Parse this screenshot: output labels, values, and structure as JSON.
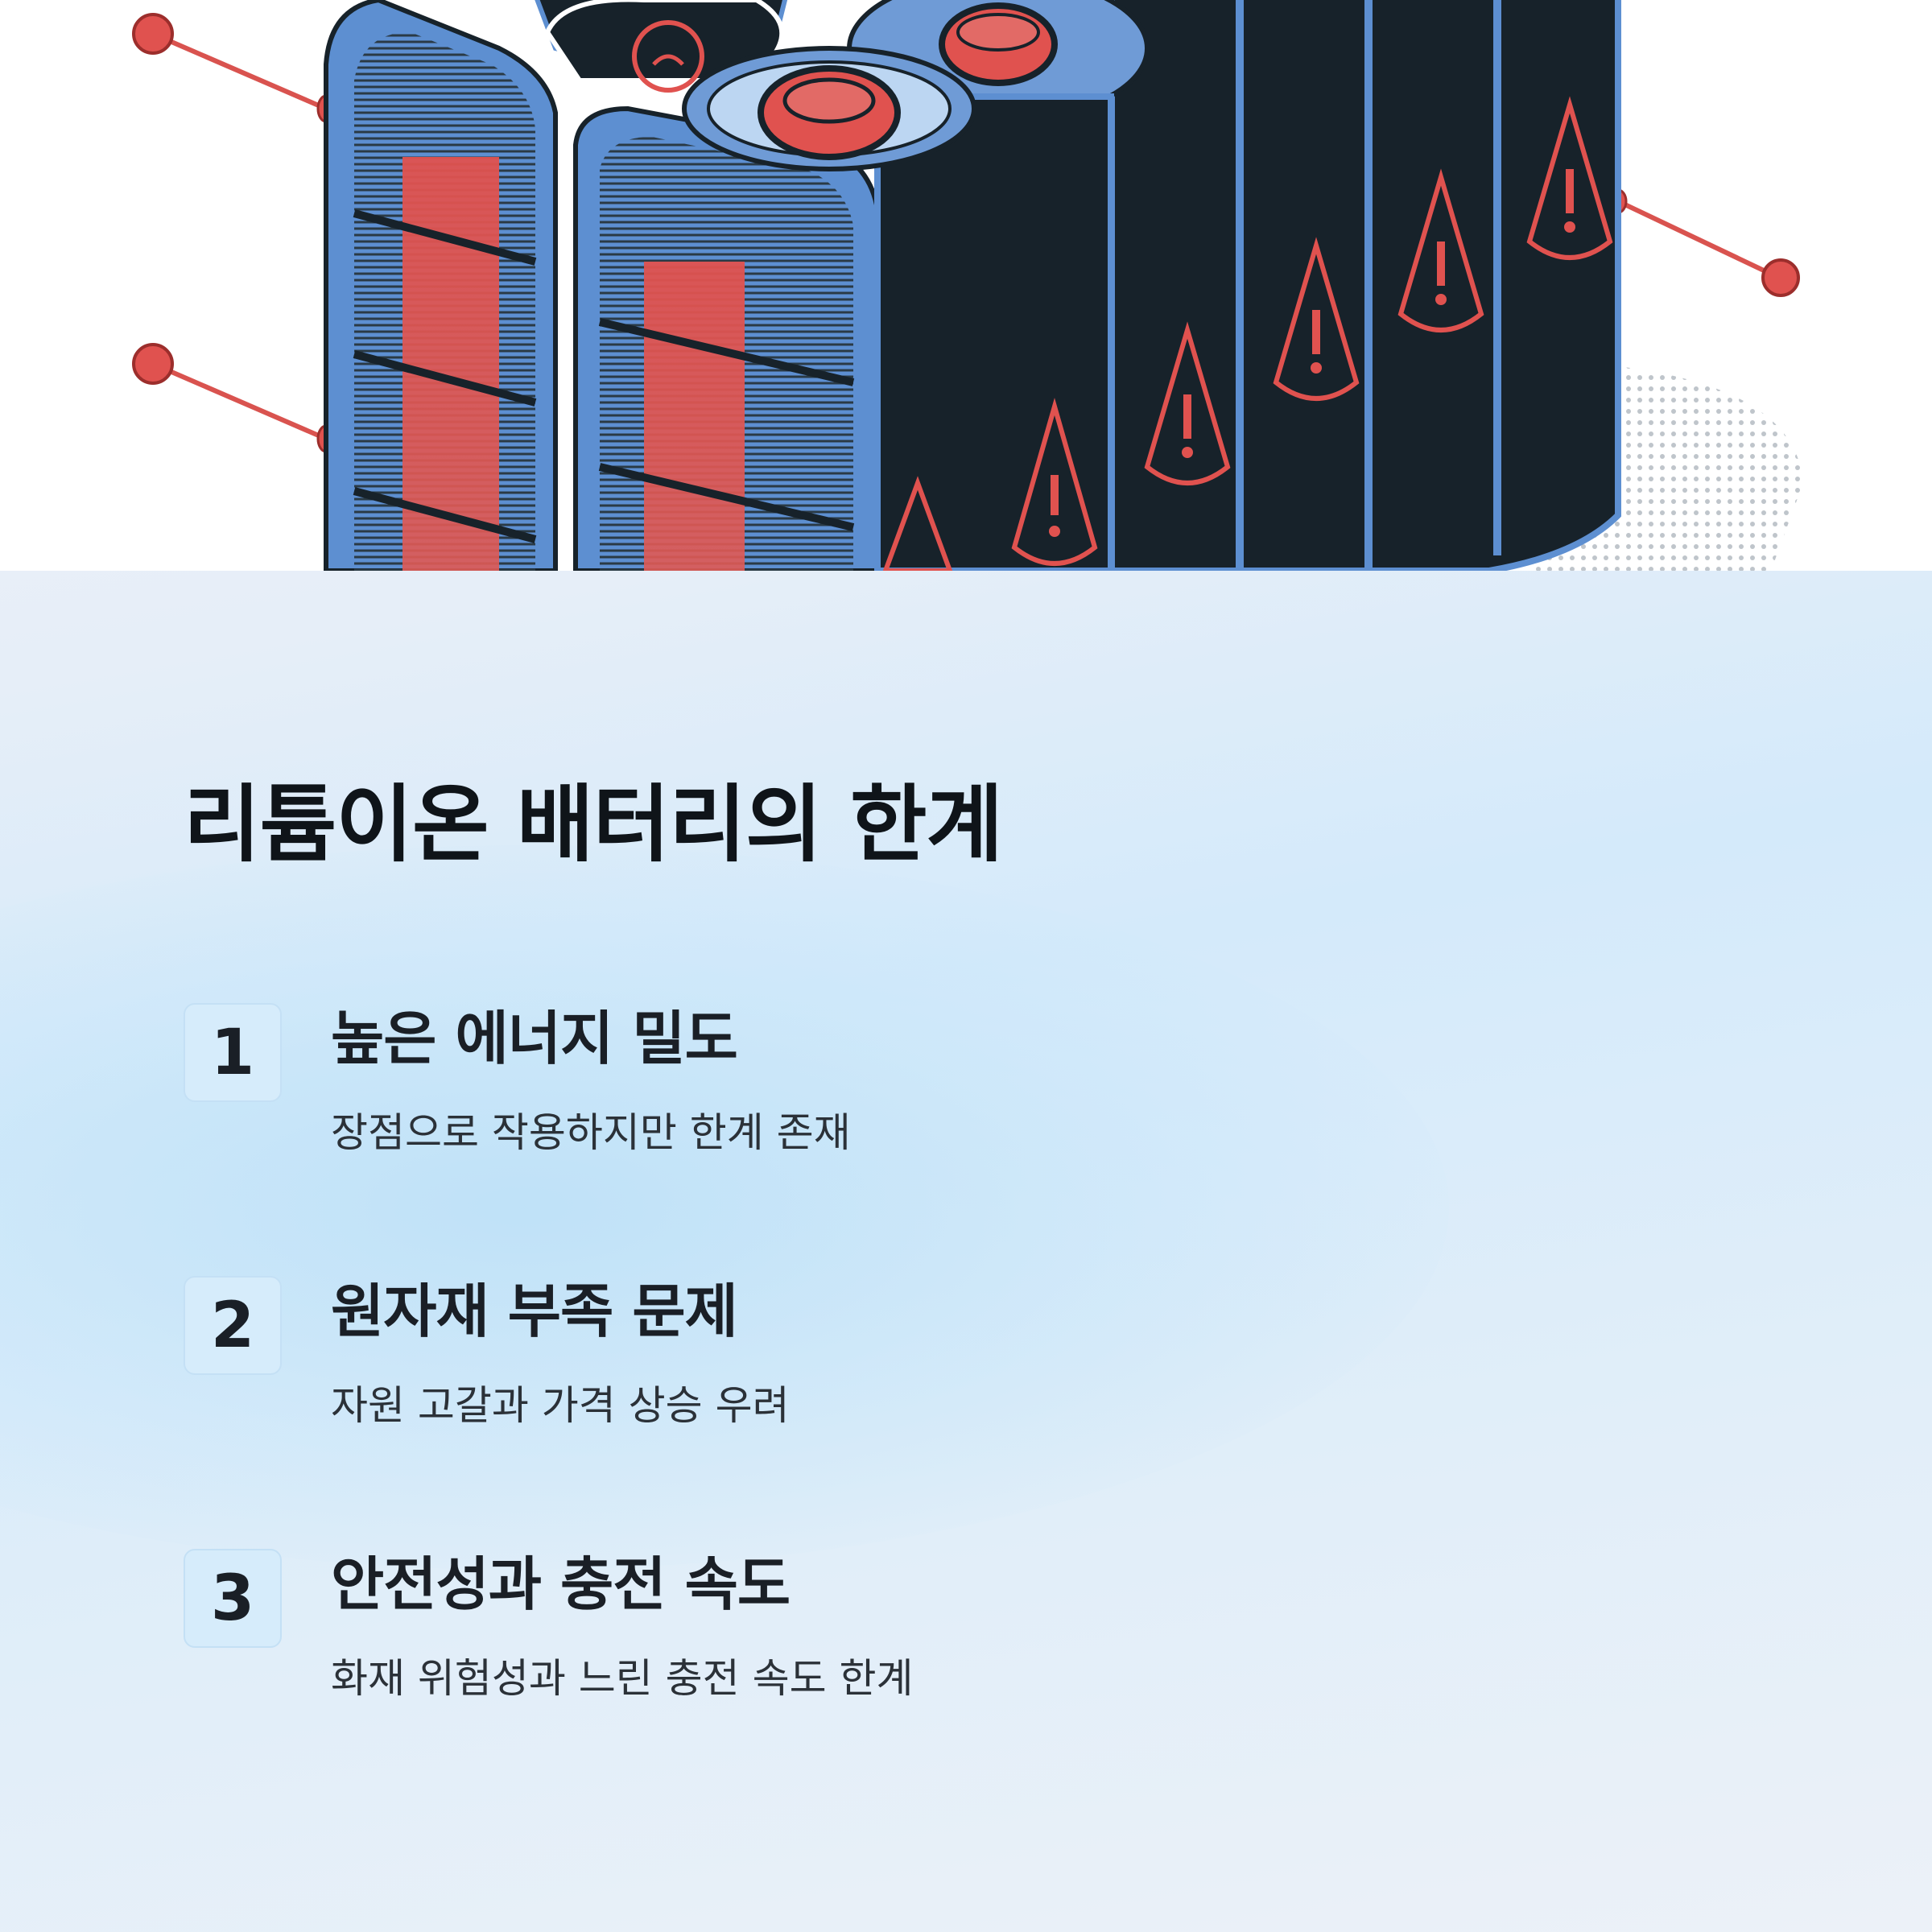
{
  "title": "리튬이온 배터리의 한계",
  "items": [
    {
      "number": "1",
      "title": "높은 에너지 밀도",
      "description": "장점으로 작용하지만 한계 존재"
    },
    {
      "number": "2",
      "title": "원자재 부족 문제",
      "description": "자원 고갈과 가격 상승 우려"
    },
    {
      "number": "3",
      "title": "안전성과 충전 속도",
      "description": "화재 위험성과 느린 충전 속도 한계"
    }
  ],
  "hero_image": {
    "subject": "battery-pack-with-warning-symbols",
    "colors": {
      "cell": "#17222a",
      "outline": "#5d8fd1",
      "accent": "#e0524f"
    }
  }
}
